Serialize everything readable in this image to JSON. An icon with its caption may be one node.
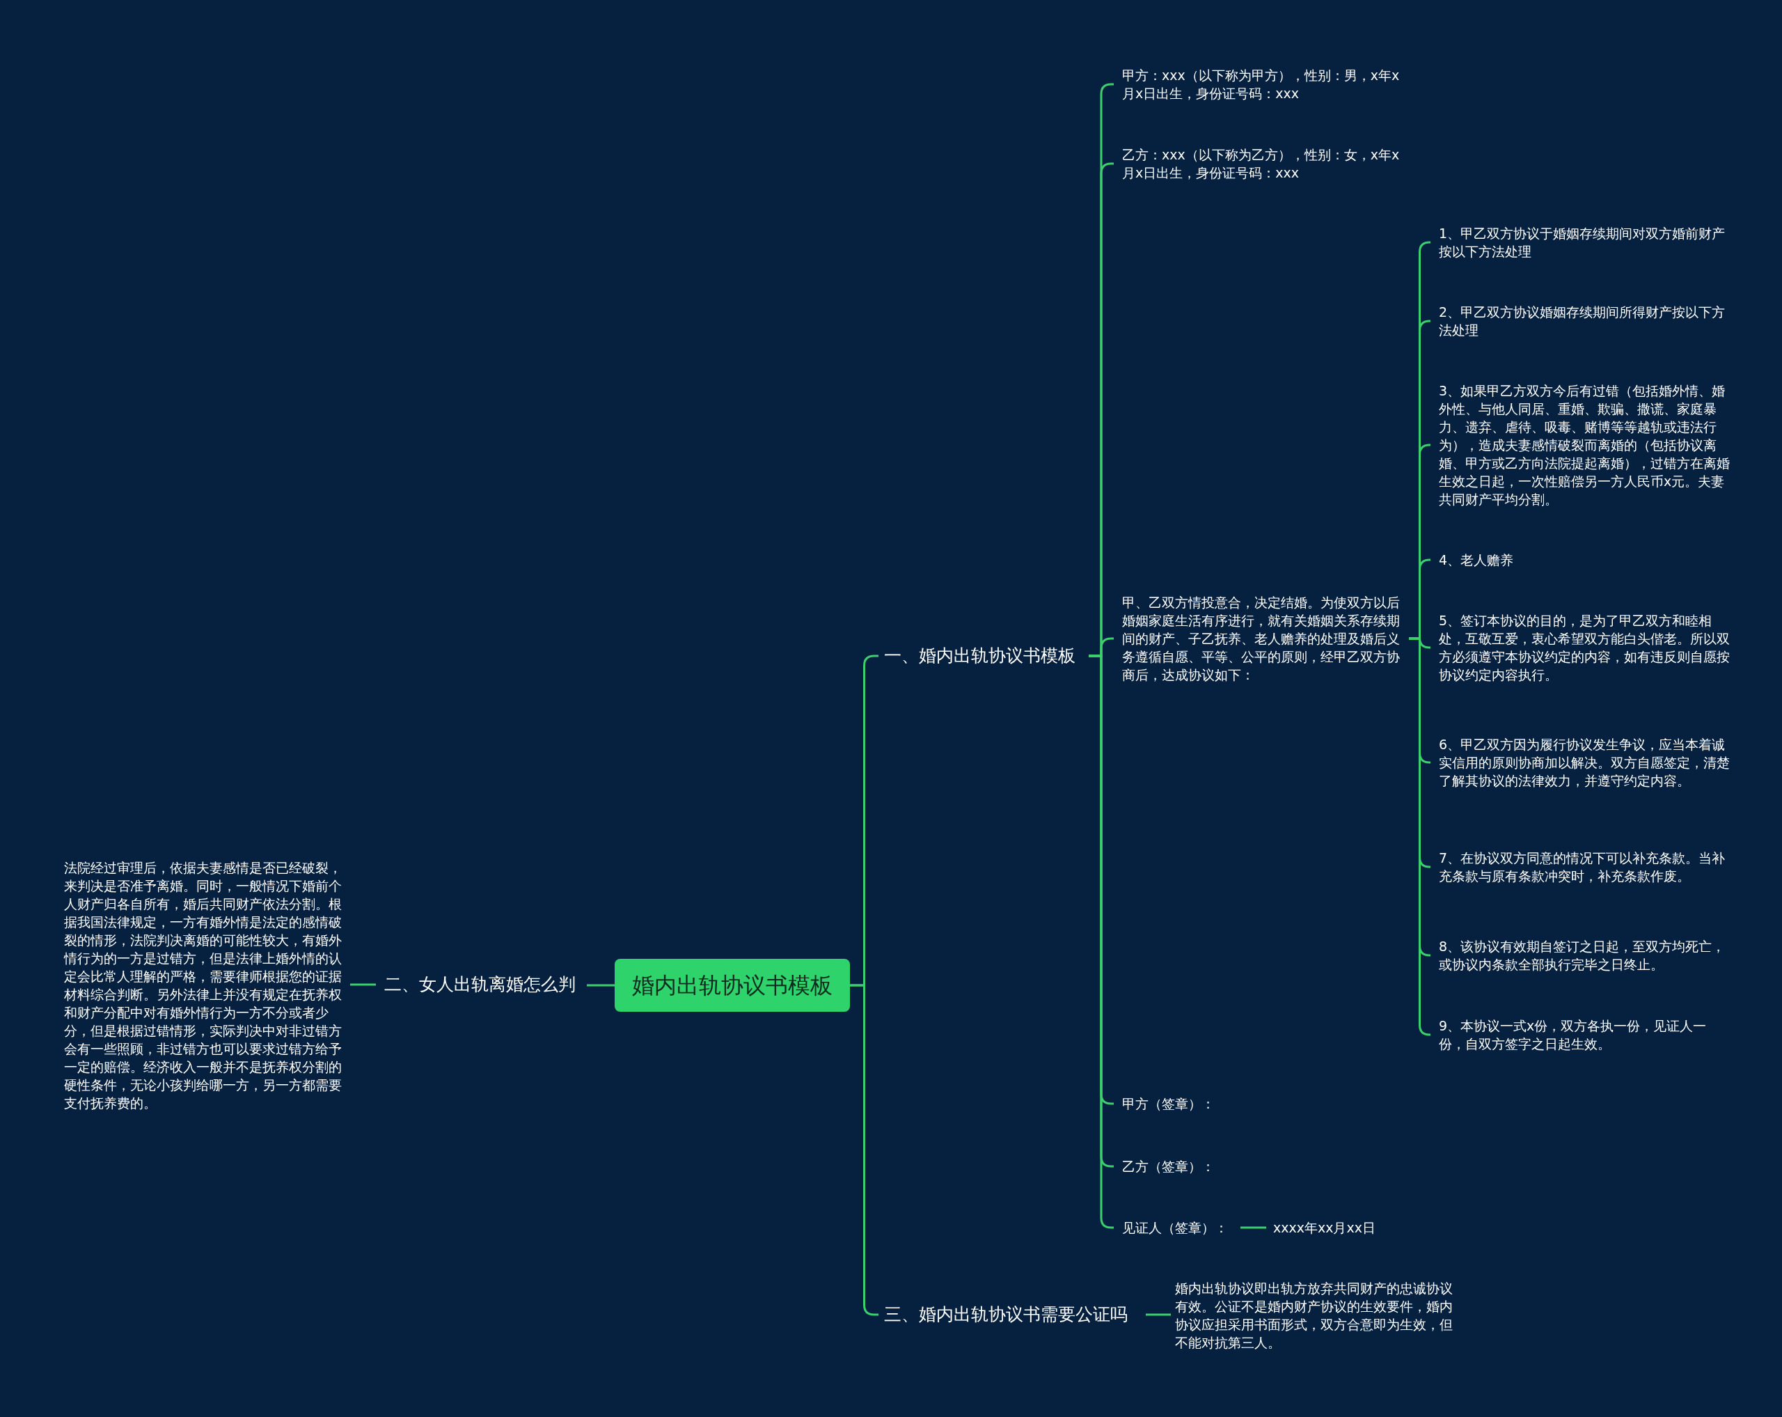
{
  "diagram": {
    "nodes": [
      {
        "text": [
          "婚内出轨协议书模板"
        ]
      },
      {
        "text": [
          "一、婚内出轨协议书模板"
        ]
      },
      {
        "text": [
          "甲方：xxx（以下称为甲方），性别：男，x年x月x日出生，身份证号码：xxx"
        ]
      },
      {
        "text": [
          "乙方：xxx（以下称为乙方），性别：女，x年x月x日出生，身份证号码：xxx"
        ]
      },
      {
        "text": [
          "甲、乙双方情投意合，决定结婚。为使双方以后婚姻家庭生活有序进行，就有关婚姻关系存续期间的财产、子乙抚养、老人赡养的处理及婚后义务遵循自愿、平等、公平的原则，经甲乙双方协商后，达成协议如下："
        ]
      },
      {
        "text": [
          "1、甲乙双方协议于婚姻存续期间对双方婚前财产按以下方法处理"
        ]
      },
      {
        "text": [
          "2、甲乙双方协议婚姻存续期间所得财产按以下方法处理"
        ]
      },
      {
        "text": [
          "3、如果甲乙方双方今后有过错（包括婚外情、婚外性、与他人同居、重婚、欺骗、撒谎、家庭暴力、遗弃、虐待、吸毒、赌博等等越轨或违法行为），造成夫妻感情破裂而离婚的（包括协议离婚、甲方或乙方向法院提起离婚），过错方在离婚生效之日起，一次性赔偿另一方人民币x元。夫妻共同财产平均分割。"
        ]
      },
      {
        "text": [
          "4、老人赡养"
        ]
      },
      {
        "text": [
          "5、签订本协议的目的，是为了甲乙双方和睦相处，互敬互爱，衷心希望双方能白头偕老。所以双方必须遵守本协议约定的内容，如有违反则自愿按协议约定内容执行。"
        ]
      },
      {
        "text": [
          "6、甲乙双方因为履行协议发生争议，应当本着诚实信用的原则协商加以解决。双方自愿签定，清楚了解其协议的法律效力，并遵守约定内容。"
        ]
      },
      {
        "text": [
          "7、在协议双方同意的情况下可以补充条款。当补充条款与原有条款冲突时，补充条款作废。"
        ]
      },
      {
        "text": [
          "8、该协议有效期自签订之日起，至双方均死亡，或协议内条款全部执行完毕之日终止。"
        ]
      },
      {
        "text": [
          "9、本协议一式x份，双方各执一份，见证人一份，自双方签字之日起生效。"
        ]
      },
      {
        "text": [
          "甲方（签章）："
        ]
      },
      {
        "text": [
          "乙方（签章）："
        ]
      },
      {
        "text": [
          "见证人（签章）："
        ]
      },
      {
        "text": [
          "xxxx年xx月xx日"
        ]
      },
      {
        "text": [
          "二、女人出轨离婚怎么判"
        ]
      },
      {
        "text": [
          "法院经过审理后，依据夫妻感情是否已经破裂，来判决是否准予离婚。同时，一般情况下婚前个人财产归各自所有，婚后共同财产依法分割。根据我国法律规定，一方有婚外情是法定的感情破裂的情形，法院判决离婚的可能性较大，有婚外情行为的一方是过错方，但是法律上婚外情的认定会比常人理解的严格，需要律师根据您的证据材料综合判断。另外法律上并没有规定在抚养权和财产分配中对有婚外情行为一方不分或者少分，但是根据过错情形，实际判决中对非过错方会有一些照顾，非过错方也可以要求过错方给予一定的赔偿。经济收入一般并不是抚养权分割的硬性条件，无论小孩判给哪一方，另一方都需要支付抚养费的。"
        ]
      },
      {
        "text": [
          "三、婚内出轨协议书需要公证吗"
        ]
      },
      {
        "text": [
          "婚内出轨协议即出轨方放弃共同财产的忠诚协议有效。公证不是婚内财产协议的生效要件，婚内协议应担采用书面形式，双方合意即为生效，但不能对抗第三人。"
        ]
      }
    ],
    "edges": [
      {
        "from": 0,
        "to": 1,
        "arrow": "none"
      },
      {
        "from": 1,
        "to": 2,
        "arrow": "none"
      },
      {
        "from": 1,
        "to": 3,
        "arrow": "none"
      },
      {
        "from": 1,
        "to": 4,
        "arrow": "none"
      },
      {
        "from": 4,
        "to": 5,
        "arrow": "none"
      },
      {
        "from": 4,
        "to": 6,
        "arrow": "none"
      },
      {
        "from": 4,
        "to": 7,
        "arrow": "none"
      },
      {
        "from": 4,
        "to": 8,
        "arrow": "none"
      },
      {
        "from": 4,
        "to": 9,
        "arrow": "none"
      },
      {
        "from": 4,
        "to": 10,
        "arrow": "none"
      },
      {
        "from": 4,
        "to": 11,
        "arrow": "none"
      },
      {
        "from": 4,
        "to": 12,
        "arrow": "none"
      },
      {
        "from": 4,
        "to": 13,
        "arrow": "none"
      },
      {
        "from": 1,
        "to": 14,
        "arrow": "none"
      },
      {
        "from": 1,
        "to": 15,
        "arrow": "none"
      },
      {
        "from": 1,
        "to": 16,
        "arrow": "none"
      },
      {
        "from": 16,
        "to": 17,
        "arrow": "none"
      },
      {
        "from": 0,
        "to": 18,
        "arrow": "none"
      },
      {
        "from": 18,
        "to": 19,
        "arrow": "none"
      },
      {
        "from": 0,
        "to": 20,
        "arrow": "none"
      },
      {
        "from": 20,
        "to": 21,
        "arrow": "none"
      }
    ]
  }
}
